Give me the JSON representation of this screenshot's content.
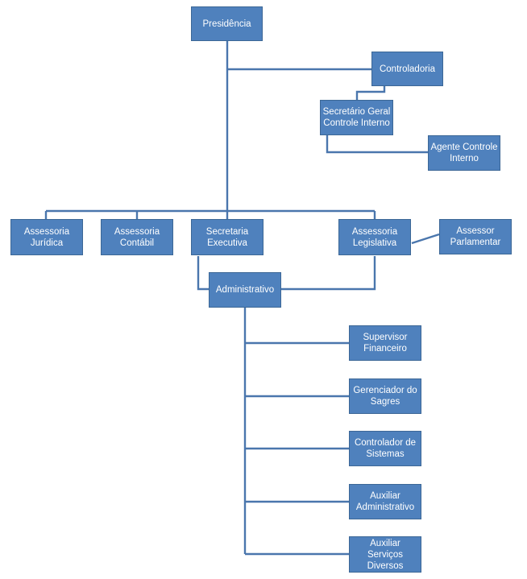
{
  "org_chart": {
    "colors": {
      "box_fill": "#4f81bd",
      "box_border": "#3c6796",
      "connector": "#4a76ad",
      "text": "#ffffff"
    },
    "nodes": {
      "presidencia": "Presidência",
      "controladoria": "Controladoria",
      "secretario_geral": "Secretário Geral Controle Interno",
      "agente_controle": "Agente Controle Interno",
      "assessoria_juridica": "Assessoria Jurídica",
      "assessoria_contabil": "Assessoria Contábil",
      "secretaria_executiva": "Secretaria Executiva",
      "assessoria_legislativa": "Assessoria Legislativa",
      "assessor_parlamentar": "Assessor Parlamentar",
      "administrativo": "Administrativo",
      "supervisor_financeiro": "Supervisor Financeiro",
      "gerenciador_sagres": "Gerenciador do Sagres",
      "controlador_sistemas": "Controlador de Sistemas",
      "auxiliar_administrativo": "Auxiliar Administrativo",
      "auxiliar_servicos": "Auxiliar Serviços Diversos"
    }
  }
}
